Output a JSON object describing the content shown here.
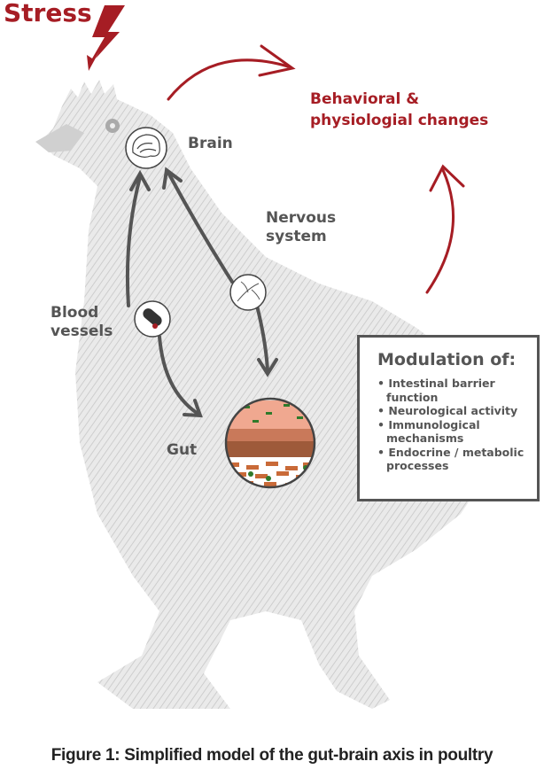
{
  "labels": {
    "stress": "Stress",
    "behavioral": [
      "Behavioral &",
      "physiologial changes"
    ],
    "brain": "Brain",
    "nervous_system": [
      "Nervous",
      "system"
    ],
    "blood_vessels": [
      "Blood",
      "vessels"
    ],
    "gut": "Gut"
  },
  "modulation_box": {
    "title": "Modulation of:",
    "items": [
      "Intestinal barrier function",
      "Neurological activity",
      "Immunological mechanisms",
      "Endocrine / metabolic processes"
    ]
  },
  "caption": "Figure 1: Simplified model of the gut-brain axis in poultry",
  "colors": {
    "accent_red": "#a61d24",
    "text_gray": "#555555",
    "sketch_gray": "#c8c8c8"
  }
}
